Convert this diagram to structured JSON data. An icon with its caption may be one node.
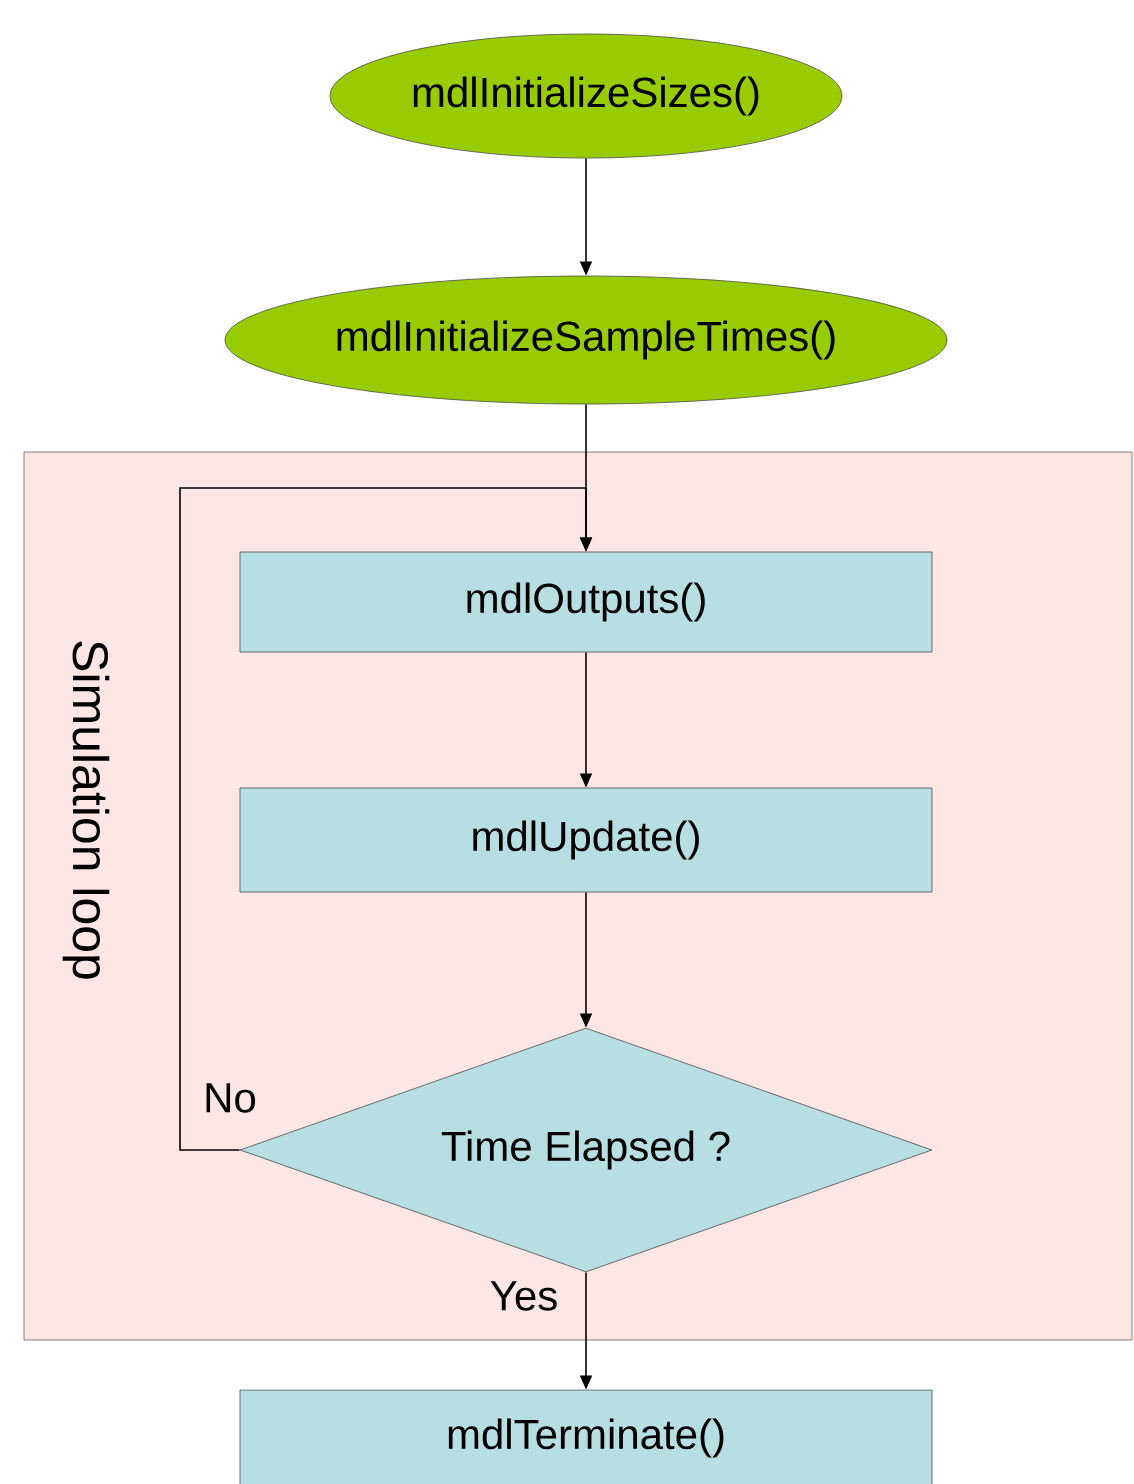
{
  "diagram": {
    "nodes": [
      {
        "text": [
          "mdlInitializeSizes()"
        ]
      },
      {
        "text": [
          "mdlInitializeSampleTimes()"
        ]
      },
      {
        "text": [
          "Simulation loop"
        ]
      },
      {
        "text": [
          "mdlOutputs()"
        ],
        "in": 2
      },
      {
        "text": [
          "mdlUpdate()"
        ],
        "in": 2
      },
      {
        "text": [
          "Time Elapsed ?"
        ],
        "in": 2
      },
      {
        "text": [
          "mdlTerminate()"
        ]
      }
    ],
    "edges": [
      {
        "from": 0,
        "to": 1,
        "arrow": "to"
      },
      {
        "from": 1,
        "to": 3,
        "arrow": "to"
      },
      {
        "from": 3,
        "to": 4,
        "arrow": "to"
      },
      {
        "from": 4,
        "to": 5,
        "arrow": "to"
      },
      {
        "from": 5,
        "to": 3,
        "arrow": "to",
        "label": "No"
      },
      {
        "from": 5,
        "to": 6,
        "arrow": "to",
        "label": "Yes"
      }
    ]
  }
}
